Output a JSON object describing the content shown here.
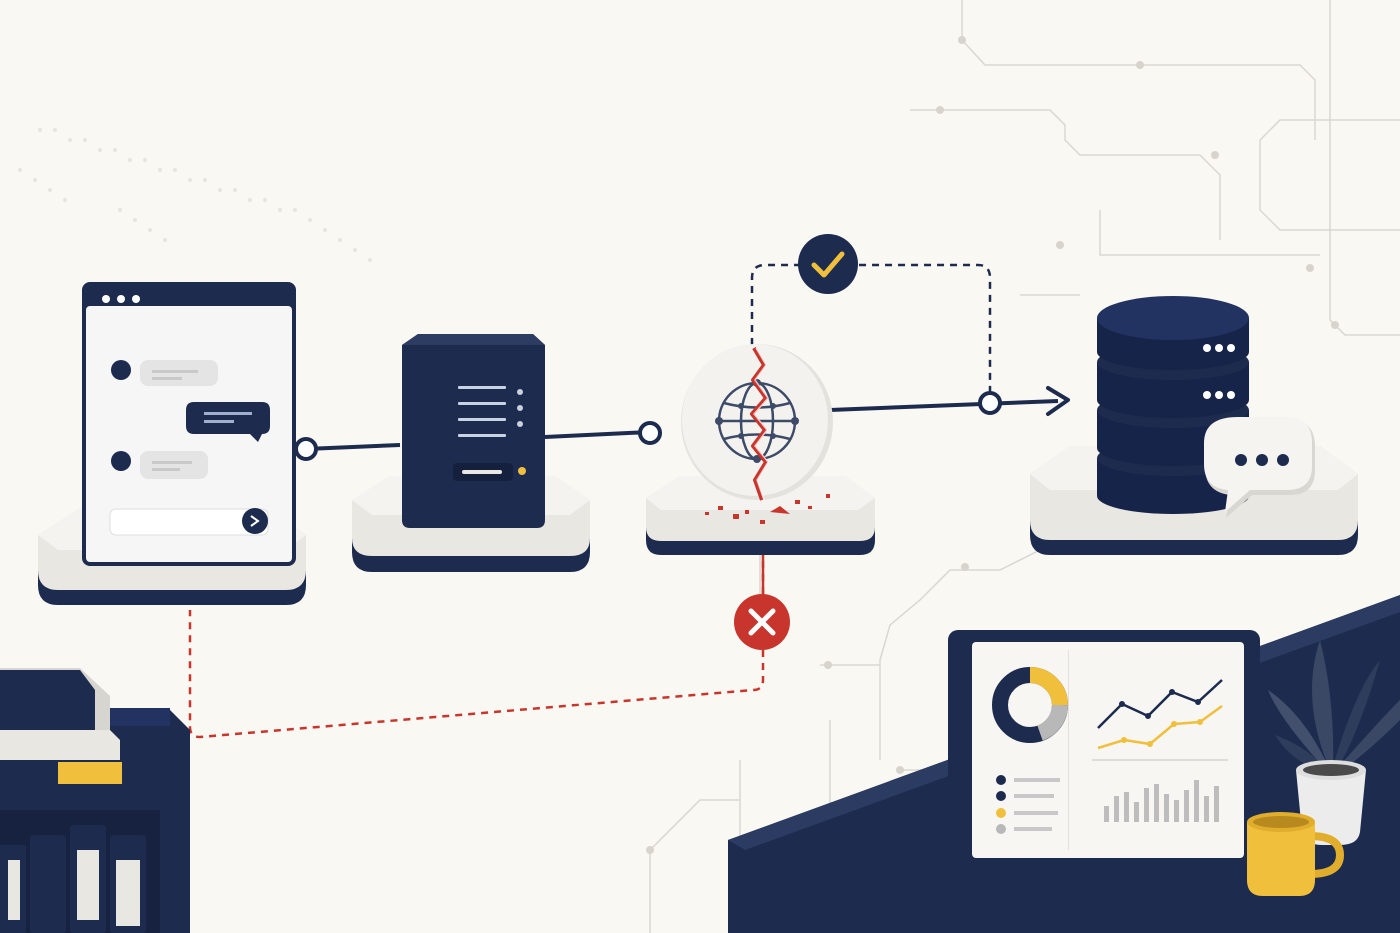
{
  "nodes": [
    {
      "id": "chat-client",
      "kind": "chat-window",
      "label": ""
    },
    {
      "id": "app-server",
      "kind": "server-tower",
      "label": ""
    },
    {
      "id": "gateway",
      "kind": "globe-network",
      "state": "cracked",
      "label": ""
    },
    {
      "id": "database",
      "kind": "database-stack",
      "label": ""
    }
  ],
  "edges": [
    {
      "from": "chat-client",
      "to": "app-server",
      "style": "solid"
    },
    {
      "from": "app-server",
      "to": "gateway",
      "style": "solid"
    },
    {
      "from": "gateway",
      "to": "database",
      "style": "solid-arrow"
    },
    {
      "from": "gateway",
      "to": "database",
      "style": "dashed-bypass",
      "status": "success"
    },
    {
      "from": "gateway",
      "to": "chat-client",
      "style": "dashed-red-return",
      "status": "failure"
    }
  ],
  "status": {
    "success_icon": "check-icon",
    "failure_icon": "x-icon"
  },
  "colors": {
    "navy": "#1d2b4f",
    "red": "#c8352c",
    "yellow": "#f0bf3c",
    "light": "#e9e7e2",
    "background": "#faf8f3"
  }
}
